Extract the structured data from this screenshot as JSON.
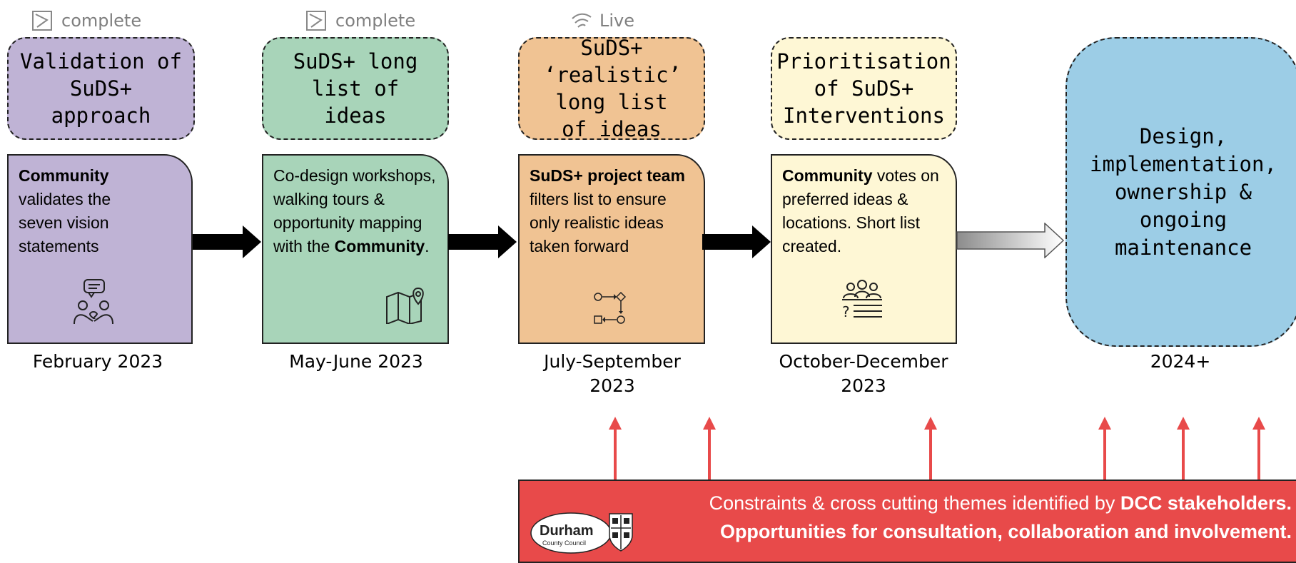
{
  "stages": [
    {
      "status": "complete",
      "status_icon": "checkbox-flag-icon",
      "title": "Validation of SuDS+ approach",
      "body_bold": "Community",
      "body_text": " validates the seven vision statements",
      "date": "February 2023",
      "color": "#bfb3d5",
      "icon": "people-chat-icon"
    },
    {
      "status": "complete",
      "status_icon": "checkbox-flag-icon",
      "title": "SuDS+ long list of ideas",
      "body_text": "Co-design workshops, walking tours & opportunity mapping with the ",
      "body_bold": "Community",
      "body_after": ".",
      "date": "May-June 2023",
      "color": "#a8d4b9",
      "icon": "map-pin-icon"
    },
    {
      "status": "Live",
      "status_icon": "wifi-icon",
      "title": "SuDS+ ‘realistic’ long list of ideas",
      "body_bold": "SuDS+ project team",
      "body_text": " filters list to ensure only realistic ideas taken forward",
      "date": "July-September 2023",
      "color": "#f0c393",
      "icon": "flowchart-icon"
    },
    {
      "title": "Prioritisation of SuDS+ Interventions",
      "body_bold": "Community",
      "body_text": " votes on preferred ideas & locations. Short list created.",
      "date": "October-December 2023",
      "color": "#fef7d5",
      "icon": "group-vote-icon"
    }
  ],
  "final": {
    "title": "Design, implementation, ownership & ongoing maintenance",
    "date": "2024+",
    "color": "#9ccde6"
  },
  "banner": {
    "line1_pre": "Constraints & cross cutting themes identified by ",
    "line1_bold": "DCC stakeholders.",
    "line2": "Opportunities for consultation, collaboration and involvement.",
    "logo_text1": "Durham",
    "logo_text2": "County Council",
    "color": "#e84a4a"
  }
}
